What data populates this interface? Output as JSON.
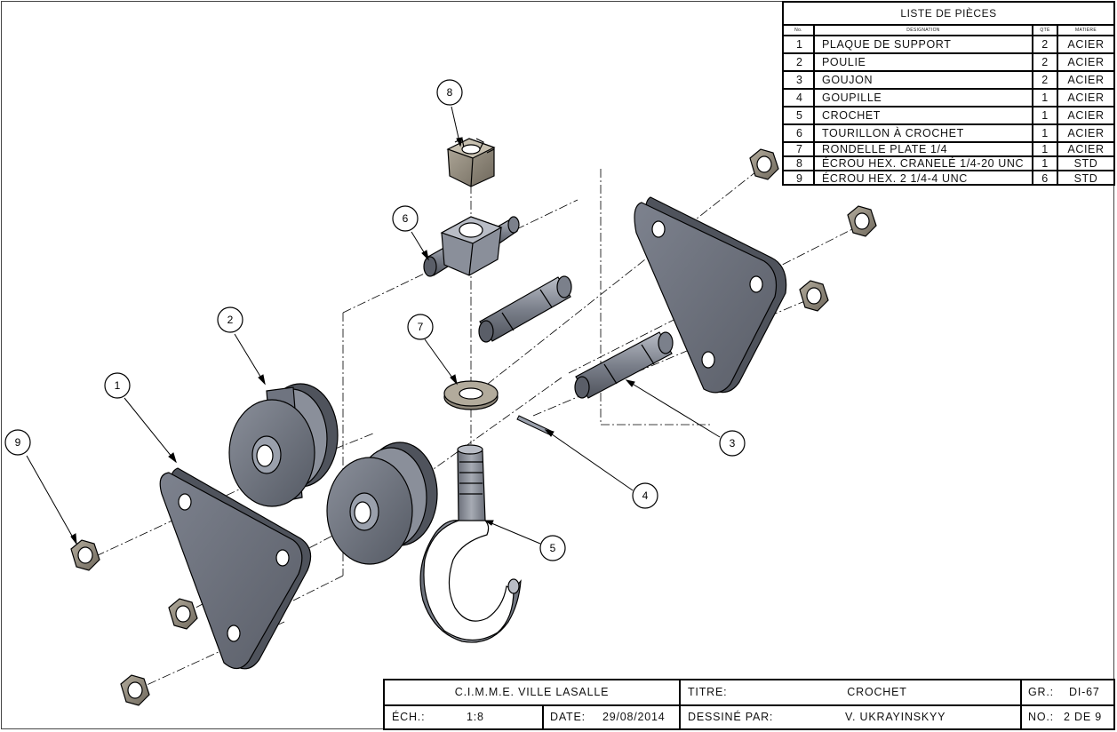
{
  "parts_list": {
    "title": "LISTE DE PIÈCES",
    "headers": {
      "no": "No.",
      "designation": "DÉSIGNATION",
      "qty": "QTÉ",
      "material": "MATIÈRE"
    },
    "rows": [
      {
        "no": "1",
        "designation": "PLAQUE DE SUPPORT",
        "qty": "2",
        "material": "ACIER"
      },
      {
        "no": "2",
        "designation": "POULIE",
        "qty": "2",
        "material": "ACIER"
      },
      {
        "no": "3",
        "designation": "GOUJON",
        "qty": "2",
        "material": "ACIER"
      },
      {
        "no": "4",
        "designation": "GOUPILLE",
        "qty": "1",
        "material": "ACIER"
      },
      {
        "no": "5",
        "designation": "CROCHET",
        "qty": "1",
        "material": "ACIER"
      },
      {
        "no": "6",
        "designation": "TOURILLON À CROCHET",
        "qty": "1",
        "material": "ACIER"
      },
      {
        "no": "7",
        "designation": "RONDELLE PLATE 1/4",
        "qty": "1",
        "material": "ACIER"
      },
      {
        "no": "8",
        "designation": "ÉCROU HEX. CRANELÉ 1/4-20 UNC",
        "qty": "1",
        "material": "STD"
      },
      {
        "no": "9",
        "designation": "ÉCROU HEX.  2 1/4-4 UNC",
        "qty": "6",
        "material": "STD"
      }
    ]
  },
  "title_block": {
    "school": "C.I.M.M.E. VILLE  LASALLE",
    "title_label": "TITRE:",
    "title_value": "CROCHET",
    "group_label": "GR.:",
    "group_value": "DI-67",
    "scale_label": "ÉCH.:",
    "scale_value": "1:8",
    "date_label": "DATE:",
    "date_value": "29/08/2014",
    "drawn_by_label": "DESSINÉ PAR:",
    "drawn_by_value": "V. UKRAYINSKYY",
    "sheet_label": "NO.:",
    "sheet_value": "2 DE 9"
  },
  "balloons": [
    "1",
    "2",
    "3",
    "4",
    "5",
    "6",
    "7",
    "8",
    "9"
  ],
  "colors": {
    "part_fill": "#6f7480",
    "part_light": "#9aa0ac",
    "part_dark": "#4a4e57",
    "nut_fill": "#8e877a",
    "line": "#000000"
  }
}
